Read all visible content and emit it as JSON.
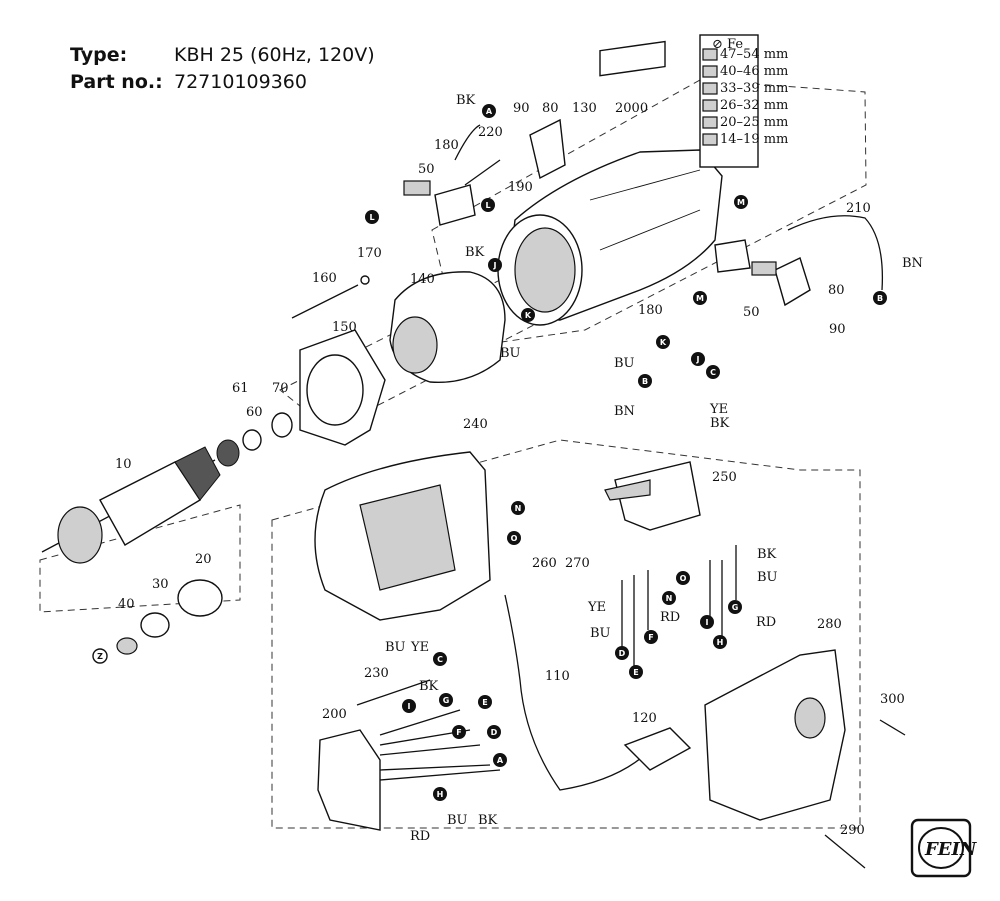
{
  "header": {
    "type_label": "Type:",
    "type_value": "KBH 25 (60Hz, 120V)",
    "partno_label": "Part no.:",
    "partno_value": "72710109360"
  },
  "inset_card": {
    "title_glyphs": "⊘ Fe",
    "rows": [
      "47–54 mm",
      "40–46 mm",
      "33–39 mm",
      "26–32 mm",
      "20–25 mm",
      "14–19 mm"
    ]
  },
  "part_numbers": [
    "10",
    "20",
    "30",
    "40",
    "50",
    "60",
    "61",
    "70",
    "80",
    "90",
    "110",
    "120",
    "130",
    "140",
    "150",
    "160",
    "170",
    "180",
    "190",
    "200",
    "210",
    "220",
    "230",
    "240",
    "250",
    "260",
    "270",
    "280",
    "290",
    "300",
    "2000"
  ],
  "wire_colors": [
    "BK",
    "BN",
    "BU",
    "YE",
    "RD"
  ],
  "connectors": [
    "A",
    "B",
    "C",
    "D",
    "E",
    "F",
    "G",
    "H",
    "I",
    "J",
    "K",
    "L",
    "M",
    "N",
    "O",
    "Z"
  ],
  "logo_alt": "FEIN"
}
